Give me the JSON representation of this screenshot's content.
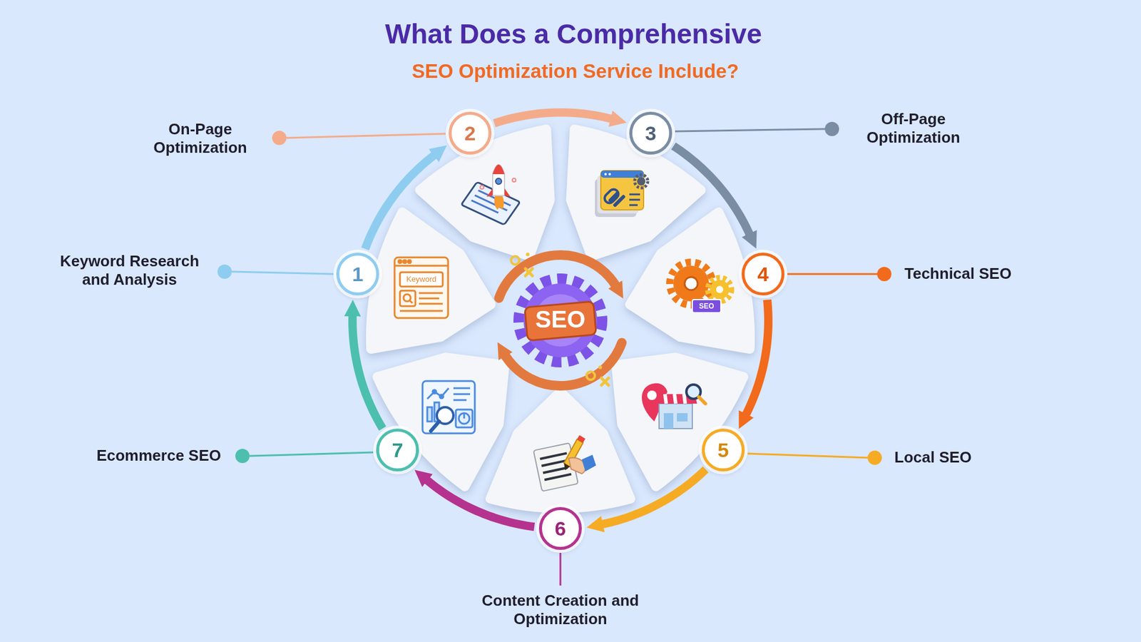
{
  "diagram": {
    "title": "What Does a Comprehensive",
    "nodes": [
      {
        "text": [
          "1"
        ]
      },
      {
        "text": [
          "2"
        ]
      },
      {
        "text": [
          "3"
        ]
      },
      {
        "text": [
          "4"
        ]
      },
      {
        "text": [
          "5"
        ]
      },
      {
        "text": [
          "6"
        ]
      },
      {
        "text": [
          "7"
        ]
      }
    ],
    "edges": [
      {
        "from": 0,
        "to": 1,
        "arrow": "to"
      },
      {
        "from": 1,
        "to": 2,
        "arrow": "to"
      },
      {
        "from": 2,
        "to": 3,
        "arrow": "to"
      },
      {
        "from": 3,
        "to": 4,
        "arrow": "to"
      },
      {
        "from": 4,
        "to": 5,
        "arrow": "to"
      },
      {
        "from": 5,
        "to": 6,
        "arrow": "to"
      },
      {
        "from": 6,
        "to": 0,
        "arrow": "to"
      }
    ],
    "labels": [
      "SEO Optimization Service Include?",
      "Keyword Research and Analysis",
      "On-Page Optimization",
      "Off-Page Optimization",
      "Technical SEO",
      "Local SEO",
      "Content Creation and Optimization",
      "Ecommerce SEO",
      "SEO",
      "Keyword",
      "SEO"
    ]
  }
}
